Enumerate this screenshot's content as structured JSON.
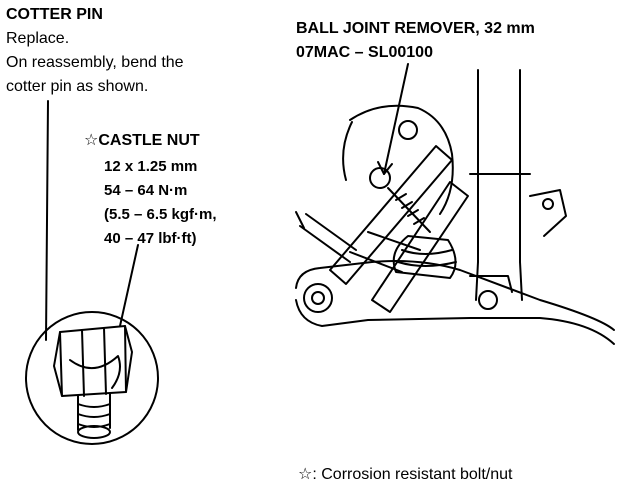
{
  "cotter_pin": {
    "title": "COTTER PIN",
    "line1": "Replace.",
    "line2": "On reassembly, bend the",
    "line3": "cotter pin as shown."
  },
  "castle_nut": {
    "star": "☆",
    "title": "CASTLE NUT",
    "size": "12 x 1.25 mm",
    "torque_nm": "54 – 64 N·m",
    "torque_kgf": "(5.5 – 6.5 kgf·m,",
    "torque_lbf": "40 – 47 lbf·ft)"
  },
  "ball_joint_remover": {
    "title": "BALL JOINT REMOVER, 32 mm",
    "part_no": "07MAC – SL00100"
  },
  "legend": {
    "star": "☆:",
    "text": "Corrosion resistant bolt/nut"
  }
}
